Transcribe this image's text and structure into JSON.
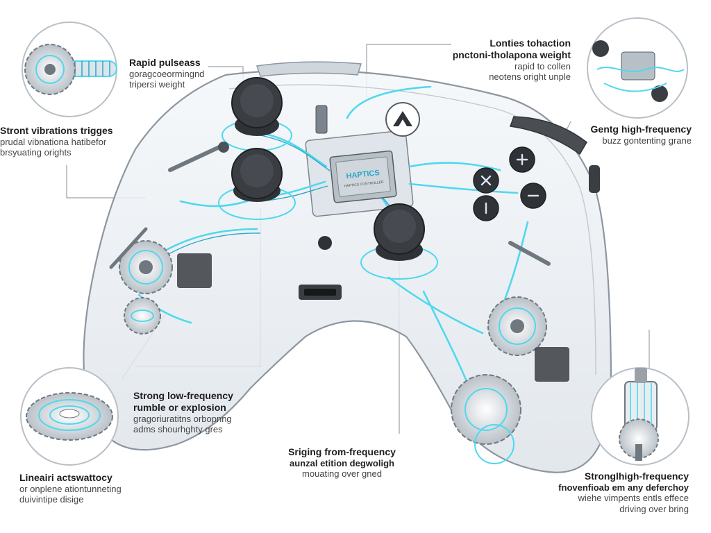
{
  "chip_text": [
    "HAPTICS",
    "HAPTICS CONTROLLER"
  ],
  "colors": {
    "trace": "#4fd8ee",
    "trace_dark": "#2aa7c9",
    "shell": "#e9eef3",
    "shell_stroke": "#8d969f",
    "stick": "#3a3d42",
    "leader": "#9aa1a8"
  },
  "callouts": [
    {
      "id": "rapid",
      "title": "Rapid pulseass",
      "lines": [
        "goragcoeormingnd",
        "tripersi weight"
      ]
    },
    {
      "id": "top-center",
      "title": "Lonties tohaction",
      "lines": [
        "pnctoni-tholapona weight",
        "rapid to collen",
        "neotens oright unple"
      ]
    },
    {
      "id": "trigger",
      "title": "Stront vibrations trigges",
      "lines": [
        "prudal vibnationa hatibefor",
        "brsyuating orights"
      ]
    },
    {
      "id": "gentle",
      "title": "Gentg high-frequency",
      "lines": [
        "buzz gontenting grane"
      ]
    },
    {
      "id": "low-freq",
      "title": "Strong low-frequency",
      "lines": [
        "rumble or explosion",
        "gragoriuratitns orbopnng",
        "adms shourhghty gres"
      ]
    },
    {
      "id": "mid-freq",
      "title": "Sriging from-frequency",
      "lines": [
        "aunzal etition degwoligh",
        "mouating over gned"
      ]
    },
    {
      "id": "linear",
      "title": "Lineairi actswattocy",
      "lines": [
        "or onplene ationtunneting",
        "duivintipe disige"
      ]
    },
    {
      "id": "high-freq",
      "title": "Stronglhigh-frequency",
      "lines": [
        "fnovenfioab em any deferchoy",
        "wiehe vimpents entls effece",
        "driving over bring"
      ]
    }
  ]
}
